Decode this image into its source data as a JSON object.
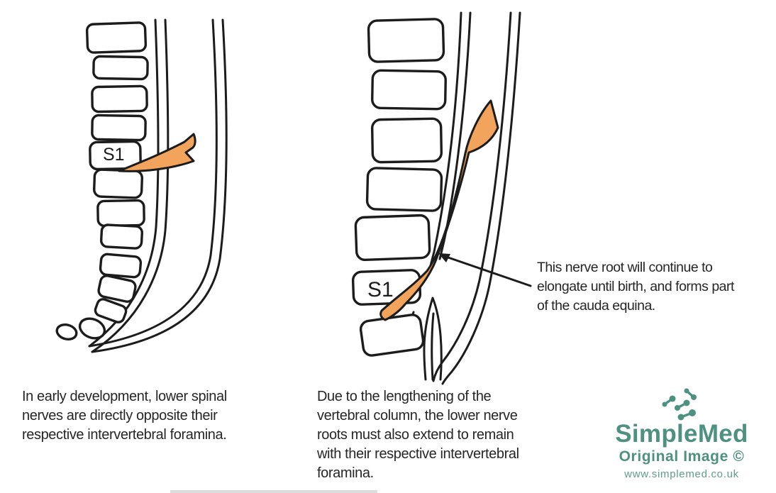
{
  "colors": {
    "ink": "#1c1c1c",
    "nerve_orange": "#f2a35c",
    "brand_teal": "#4e9180",
    "url_teal": "#5f9d8b",
    "bottom_bar_gray": "#dcdcdc"
  },
  "diagram_left": {
    "s1_label": "S1",
    "caption_lines": [
      "In early development, lower spinal",
      "nerves are directly opposite their",
      "respective intervertebral foramina."
    ]
  },
  "diagram_right": {
    "s1_label": "S1",
    "annotation_lines": [
      "This nerve root will continue to",
      "elongate until birth, and forms part",
      "of the cauda equina."
    ],
    "caption_lines": [
      "Due to the lengthening of the",
      "vertebral column, the lower nerve",
      "roots must also extend to remain",
      "with their respective intervertebral",
      "foramina."
    ]
  },
  "watermark": {
    "brand": "SimpleMed",
    "tagline": "Original Image ©",
    "url": "www.simplemed.co.uk"
  }
}
